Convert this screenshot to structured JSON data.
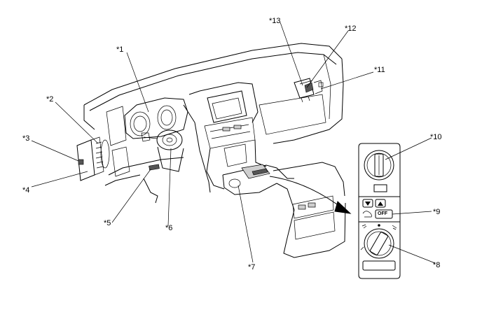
{
  "callouts": {
    "c1": "*1",
    "c2": "*2",
    "c3": "*3",
    "c4": "*4",
    "c5": "*5",
    "c6": "*6",
    "c7": "*7",
    "c8": "*8",
    "c9": "*9",
    "c10": "*10",
    "c11": "*11",
    "c12": "*12",
    "c13": "*13"
  },
  "panel": {
    "off_button": "OFF"
  }
}
